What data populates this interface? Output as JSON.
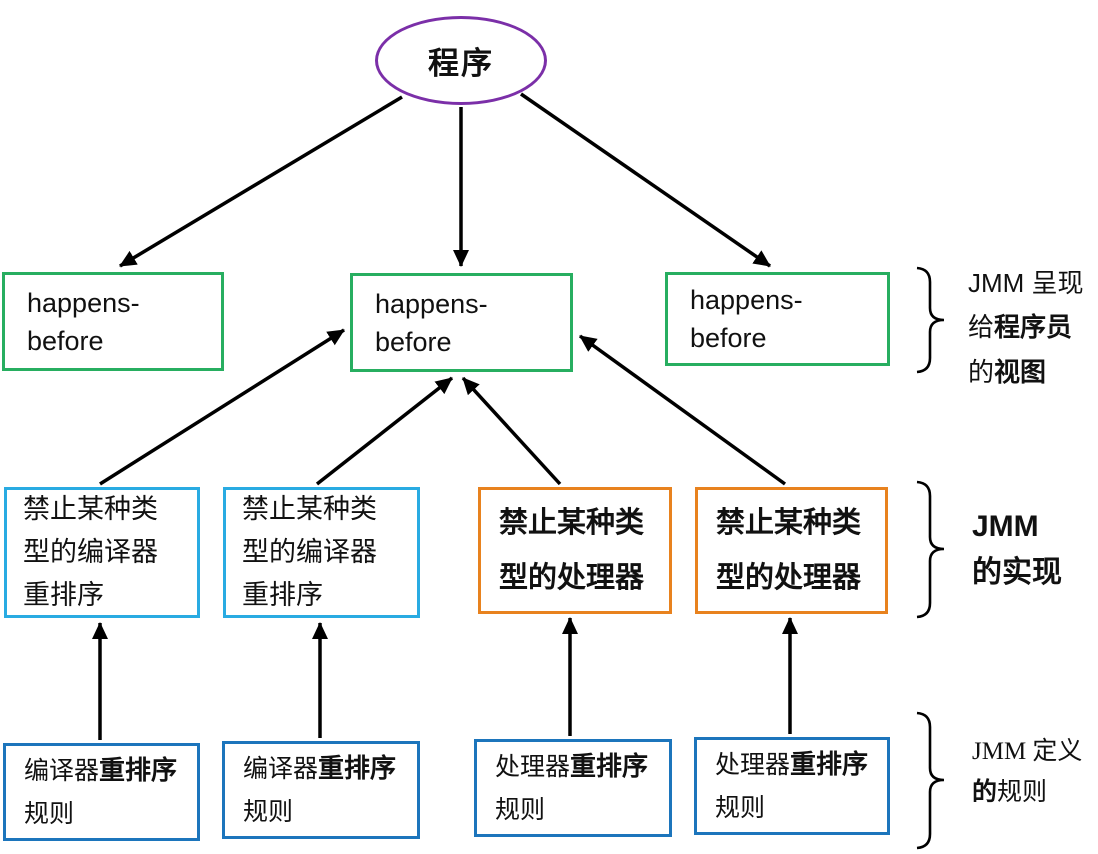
{
  "diagram": {
    "root": {
      "label": "程序"
    },
    "happens_before": {
      "left": {
        "line1": "happens-",
        "line2": "before"
      },
      "center": {
        "line1": "happens-",
        "line2": "before"
      },
      "right": {
        "line1": "happens-",
        "line2": "before"
      }
    },
    "implementation_row": {
      "compiler_left": {
        "line1": "禁止某种类",
        "line2": "型的编译器",
        "line3": "重排序"
      },
      "compiler_right": {
        "line1": "禁止某种类",
        "line2": "型的编译器",
        "line3": "重排序"
      },
      "processor_left": {
        "line1": "禁止某种类",
        "line2": "型的处理器"
      },
      "processor_right": {
        "line1": "禁止某种类",
        "line2": "型的处理器"
      }
    },
    "rules_row": {
      "compiler_left": {
        "prefix": "编译器",
        "emphasis": "重排序",
        "line2": "规则"
      },
      "compiler_right": {
        "prefix": "编译器",
        "emphasis": "重排序",
        "line2": "规则"
      },
      "processor_left": {
        "prefix": "处理器",
        "emphasis": "重排序",
        "line2": "规则"
      },
      "processor_right": {
        "prefix": "处理器",
        "emphasis": "重排序",
        "line2": "规则"
      }
    },
    "annotations": {
      "view": {
        "line1": "JMM 呈现",
        "line2_prefix": "给",
        "line2_emphasis": "程序员",
        "line3_prefix": "的",
        "line3_emphasis": "视图"
      },
      "implementation": {
        "line1": "JMM",
        "line2": "的实现"
      },
      "rules": {
        "line1": "JMM 定义",
        "line2_prefix": "的",
        "line2_rest": "规则"
      }
    },
    "colors": {
      "root_border": "#7B2FA8",
      "happens_before_border": "#27AE60",
      "compiler_border": "#29ABE2",
      "processor_border": "#E8821E",
      "rules_border": "#1C75BC",
      "arrow": "#000000",
      "text": "#111111"
    }
  }
}
